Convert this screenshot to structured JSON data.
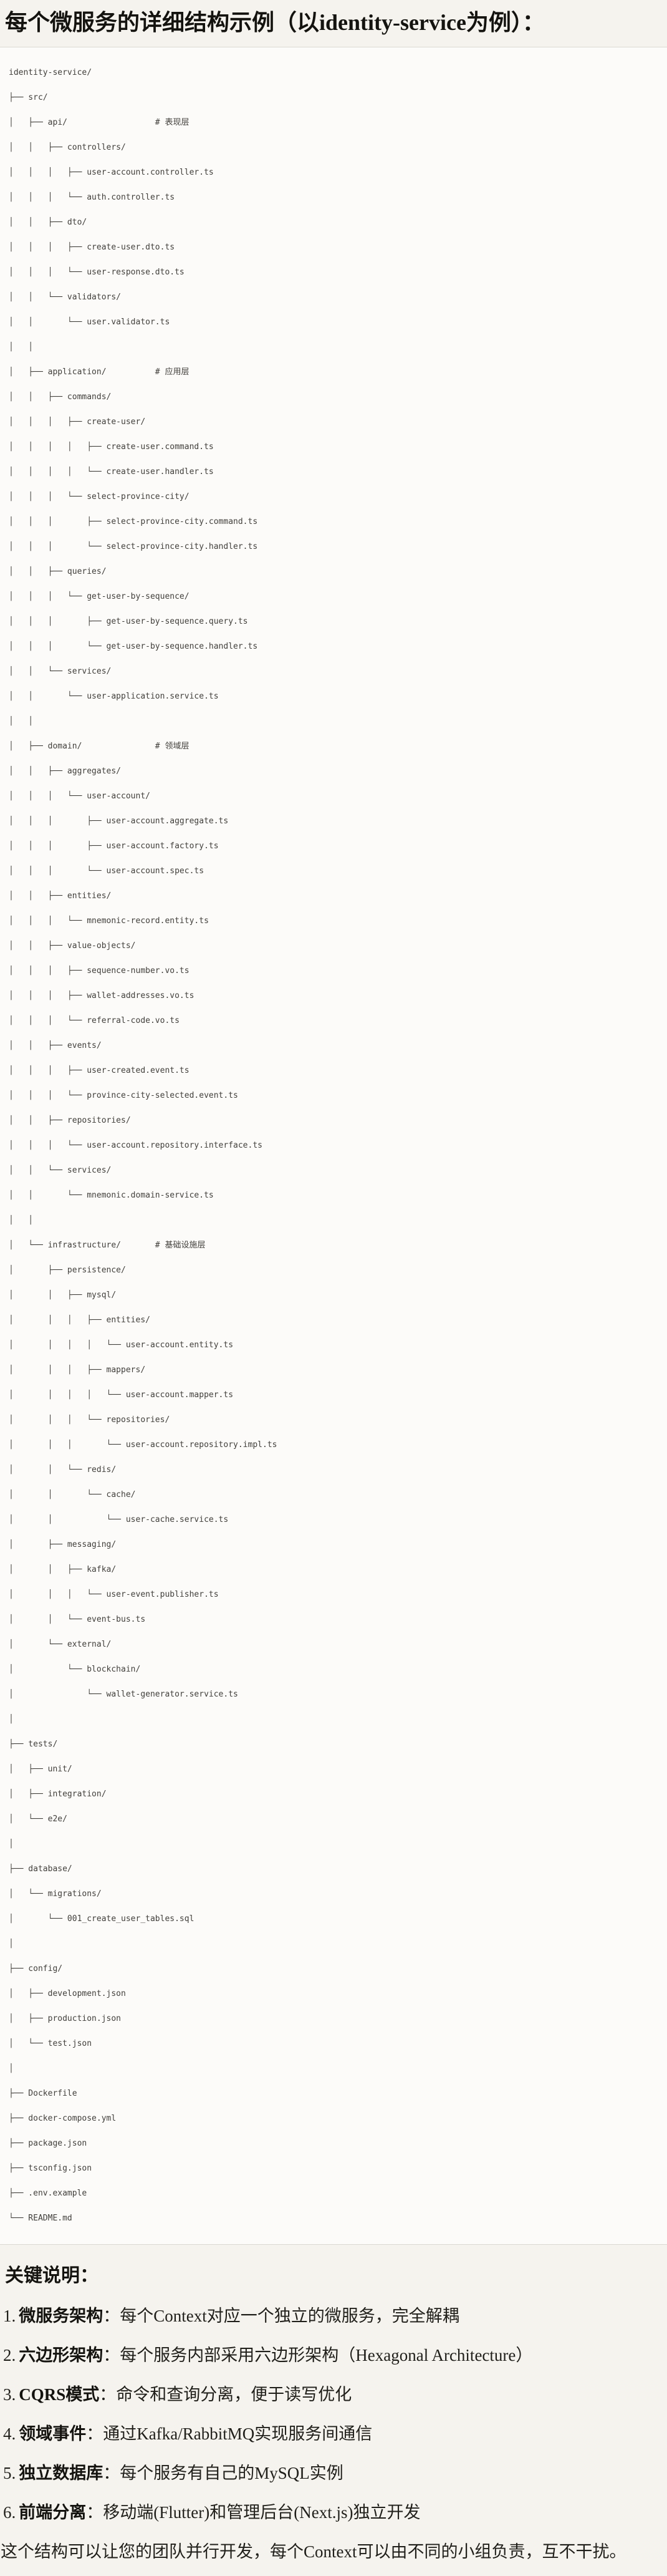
{
  "page": {
    "title": "每个微服务的详细结构示例（以identity-service为例）：",
    "notes_heading": "关键说明：",
    "closing": "这个结构可以让您的团队并行开发，每个Context可以由不同的小组负责，互不干扰。"
  },
  "code": {
    "tree_lines": [
      "identity-service/",
      "├── src/",
      "│   ├── api/                  # 表现层",
      "│   │   ├── controllers/",
      "│   │   │   ├── user-account.controller.ts",
      "│   │   │   └── auth.controller.ts",
      "│   │   ├── dto/",
      "│   │   │   ├── create-user.dto.ts",
      "│   │   │   └── user-response.dto.ts",
      "│   │   └── validators/",
      "│   │       └── user.validator.ts",
      "│   │",
      "│   ├── application/          # 应用层",
      "│   │   ├── commands/",
      "│   │   │   ├── create-user/",
      "│   │   │   │   ├── create-user.command.ts",
      "│   │   │   │   └── create-user.handler.ts",
      "│   │   │   └── select-province-city/",
      "│   │   │       ├── select-province-city.command.ts",
      "│   │   │       └── select-province-city.handler.ts",
      "│   │   ├── queries/",
      "│   │   │   └── get-user-by-sequence/",
      "│   │   │       ├── get-user-by-sequence.query.ts",
      "│   │   │       └── get-user-by-sequence.handler.ts",
      "│   │   └── services/",
      "│   │       └── user-application.service.ts",
      "│   │",
      "│   ├── domain/               # 领域层",
      "│   │   ├── aggregates/",
      "│   │   │   └── user-account/",
      "│   │   │       ├── user-account.aggregate.ts",
      "│   │   │       ├── user-account.factory.ts",
      "│   │   │       └── user-account.spec.ts",
      "│   │   ├── entities/",
      "│   │   │   └── mnemonic-record.entity.ts",
      "│   │   ├── value-objects/",
      "│   │   │   ├── sequence-number.vo.ts",
      "│   │   │   ├── wallet-addresses.vo.ts",
      "│   │   │   └── referral-code.vo.ts",
      "│   │   ├── events/",
      "│   │   │   ├── user-created.event.ts",
      "│   │   │   └── province-city-selected.event.ts",
      "│   │   ├── repositories/",
      "│   │   │   └── user-account.repository.interface.ts",
      "│   │   └── services/",
      "│   │       └── mnemonic.domain-service.ts",
      "│   │",
      "│   └── infrastructure/       # 基础设施层",
      "│       ├── persistence/",
      "│       │   ├── mysql/",
      "│       │   │   ├── entities/",
      "│       │   │   │   └── user-account.entity.ts",
      "│       │   │   ├── mappers/",
      "│       │   │   │   └── user-account.mapper.ts",
      "│       │   │   └── repositories/",
      "│       │   │       └── user-account.repository.impl.ts",
      "│       │   └── redis/",
      "│       │       └── cache/",
      "│       │           └── user-cache.service.ts",
      "│       ├── messaging/",
      "│       │   ├── kafka/",
      "│       │   │   └── user-event.publisher.ts",
      "│       │   └── event-bus.ts",
      "│       └── external/",
      "│           └── blockchain/",
      "│               └── wallet-generator.service.ts",
      "│",
      "├── tests/",
      "│   ├── unit/",
      "│   ├── integration/",
      "│   └── e2e/",
      "│",
      "├── database/",
      "│   └── migrations/",
      "│       └── 001_create_user_tables.sql",
      "│",
      "├── config/",
      "│   ├── development.json",
      "│   ├── production.json",
      "│   └── test.json",
      "│",
      "├── Dockerfile",
      "├── docker-compose.yml",
      "├── package.json",
      "├── tsconfig.json",
      "├── .env.example",
      "└── README.md"
    ]
  },
  "notes": {
    "items": [
      {
        "num": "1.",
        "term": "微服务架构",
        "rest": "：每个Context对应一个独立的微服务，完全解耦"
      },
      {
        "num": "2.",
        "term": "六边形架构",
        "rest": "：每个服务内部采用六边形架构（Hexagonal Architecture）"
      },
      {
        "num": "3.",
        "term": "CQRS模式",
        "rest": "：命令和查询分离，便于读写优化"
      },
      {
        "num": "4.",
        "term": "领域事件",
        "rest": "：通过Kafka/RabbitMQ实现服务间通信"
      },
      {
        "num": "5.",
        "term": "独立数据库",
        "rest": "：每个服务有自己的MySQL实例"
      },
      {
        "num": "6.",
        "term": "前端分离",
        "rest": "：移动端(Flutter)和管理后台(Next.js)独立开发"
      }
    ]
  }
}
